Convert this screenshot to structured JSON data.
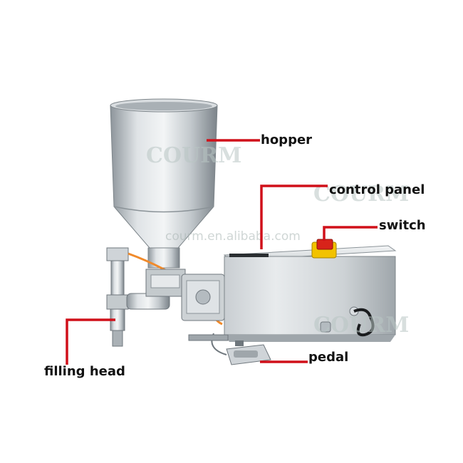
{
  "labels": {
    "hopper": "hopper",
    "control_panel": "control panel",
    "switch": "switch",
    "pedal": "pedal",
    "filling_head": "filling head"
  },
  "watermarks": {
    "brand": "COURM",
    "site": "courm.en.alibaba.com"
  },
  "colors": {
    "leader_line": "#d0101a",
    "steel_light": "#e9ecee",
    "steel_mid": "#b4bbc0",
    "steel_dark": "#6f777d",
    "switch_yellow": "#f2c200",
    "switch_red": "#d8231a",
    "hose_orange": "#f08a2b"
  }
}
